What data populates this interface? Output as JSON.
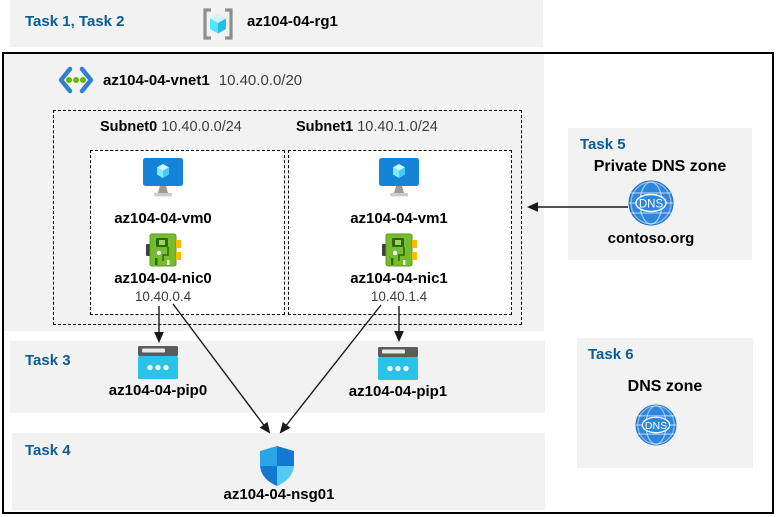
{
  "colors": {
    "band_bg": "#f2f2f2",
    "task_label_blue": "#0b5c94",
    "border_black": "#000000",
    "pip_cyan": "#29c2e8",
    "nic_green": "#76bc2d",
    "vm_blue": "#1584d8",
    "dns_blue": "#2e86dd",
    "cube_cyan": "#50e6ff"
  },
  "header": {
    "task_label": "Task 1, Task 2",
    "resource_group": "az104-04-rg1"
  },
  "vnet": {
    "name": "az104-04-vnet1",
    "cidr": "10.40.0.0/20"
  },
  "subnets": [
    {
      "name": "Subnet0",
      "cidr": "10.40.0.0/24",
      "vm": "az104-04-vm0",
      "nic": "az104-04-nic0",
      "ip": "10.40.0.4"
    },
    {
      "name": "Subnet1",
      "cidr": "10.40.1.0/24",
      "vm": "az104-04-vm1",
      "nic": "az104-04-nic1",
      "ip": "10.40.1.4"
    }
  ],
  "task3": {
    "label": "Task 3",
    "pip0": "az104-04-pip0",
    "pip1": "az104-04-pip1"
  },
  "task4": {
    "label": "Task 4",
    "nsg": "az104-04-nsg01"
  },
  "task5": {
    "label": "Task 5",
    "title": "Private DNS zone",
    "zone_name": "contoso.org",
    "dns_icon_text": "DNS"
  },
  "task6": {
    "label": "Task 6",
    "title": "DNS zone",
    "dns_icon_text": "DNS"
  }
}
